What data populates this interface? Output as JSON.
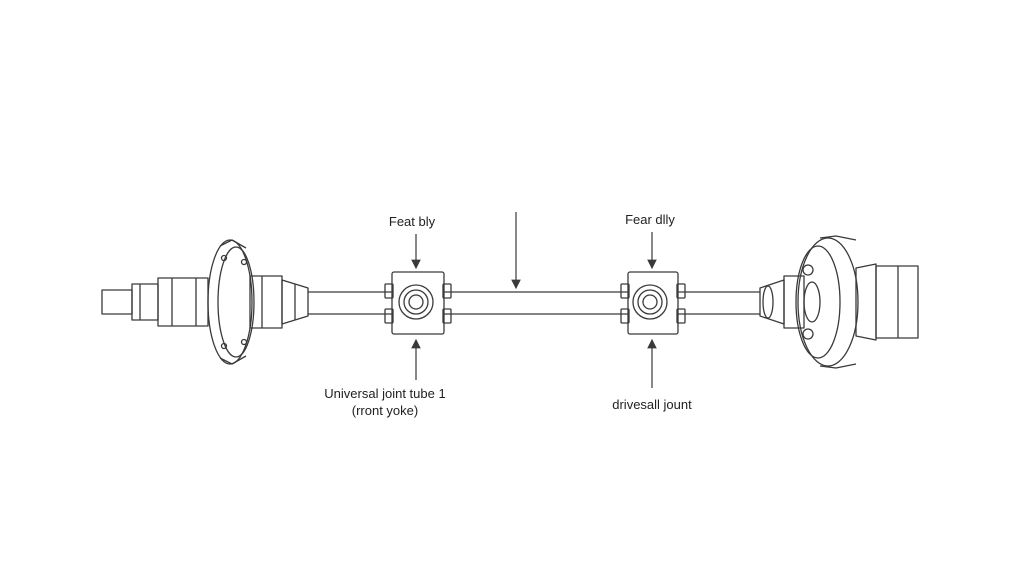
{
  "labels": {
    "top_left": "Feat bly",
    "top_right": "Fear dlly",
    "bottom_left_line1": "Universal joint tube 1",
    "bottom_left_line2": "(rront yoke)",
    "bottom_right": "drivesall jount"
  },
  "colors": {
    "stroke": "#3a3a3a",
    "background": "#ffffff",
    "text": "#222222"
  }
}
